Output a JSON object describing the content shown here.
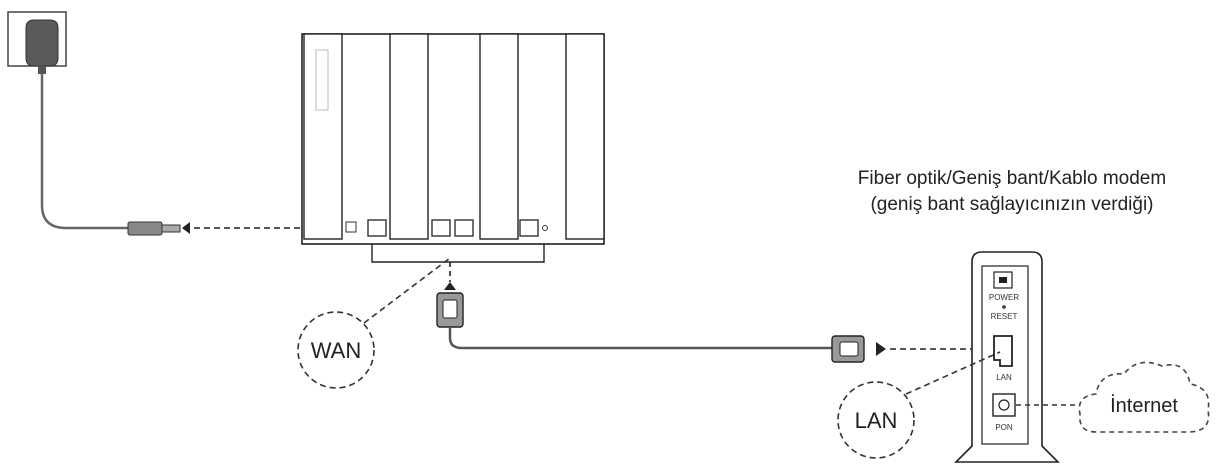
{
  "modem": {
    "caption_line1": "Fiber optik/Geniş bant/Kablo modem",
    "caption_line2": "(geniş bant sağlayıcınızın verdiği)",
    "power_label": "POWER",
    "reset_label": "RESET",
    "lan_port_label": "LAN",
    "pon_port_label": "PON"
  },
  "callouts": {
    "wan": "WAN",
    "lan": "LAN"
  },
  "cloud": {
    "label": "İnternet"
  },
  "colors": {
    "line": "#222222",
    "device_fill": "#ffffff",
    "cable": "#555555"
  }
}
